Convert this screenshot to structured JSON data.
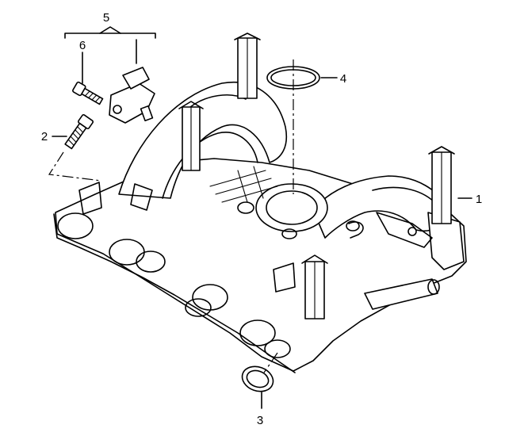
{
  "labels": {
    "p1": "1",
    "p2": "2",
    "p3": "3",
    "p4": "4",
    "p5": "5",
    "p6": "6"
  },
  "colors": {
    "line": "#000000",
    "background": "#ffffff"
  }
}
